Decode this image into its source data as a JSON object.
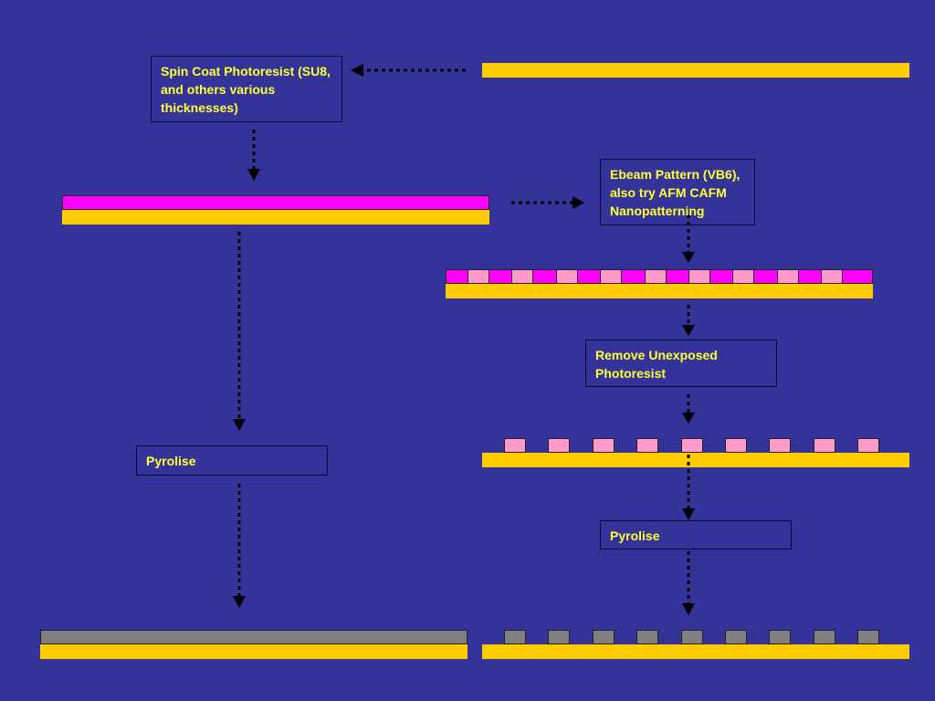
{
  "steps": {
    "spin_coat": "Spin Coat Photoresist (SU8, and others various thicknesses)",
    "ebeam": "Ebeam Pattern (VB6), also try AFM CAFM Nanopatterning",
    "remove": "Remove Unexposed Photoresist",
    "pyrolise_left": "Pyrolise",
    "pyrolise_right": "Pyrolise"
  },
  "colors": {
    "background": "#333399",
    "substrate": "#ffcc00",
    "photoresist": "#ff00ff",
    "exposed_resist": "#ff99cc",
    "carbon": "#808080",
    "label_text": "#ffff33"
  }
}
